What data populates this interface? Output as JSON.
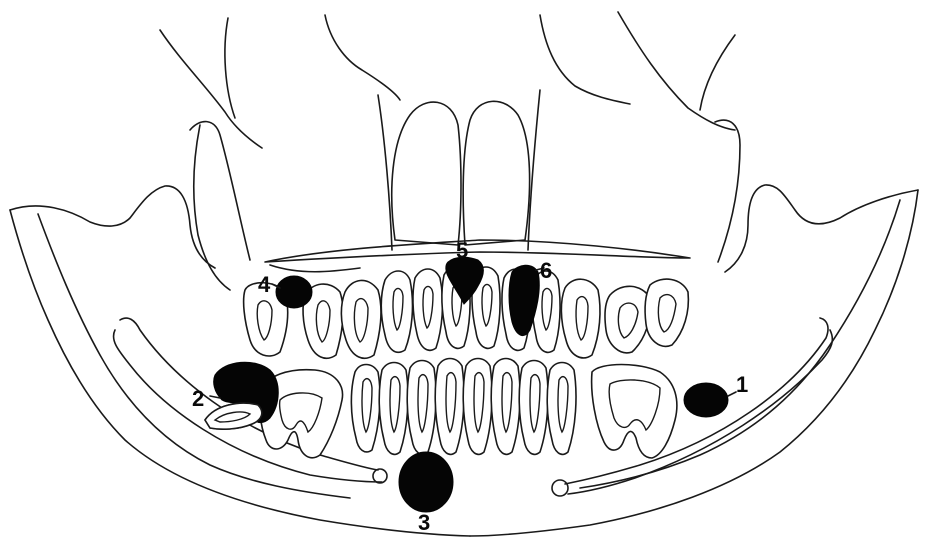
{
  "figure": {
    "lesion_color": "#050505",
    "line_color": "#1a1a1a",
    "background": "#ffffff",
    "markers": [
      {
        "id": "lesion-1",
        "label": "1"
      },
      {
        "id": "lesion-2",
        "label": "2"
      },
      {
        "id": "lesion-3",
        "label": "3"
      },
      {
        "id": "lesion-4",
        "label": "4"
      },
      {
        "id": "lesion-5",
        "label": "5"
      },
      {
        "id": "lesion-6",
        "label": "6"
      }
    ]
  }
}
